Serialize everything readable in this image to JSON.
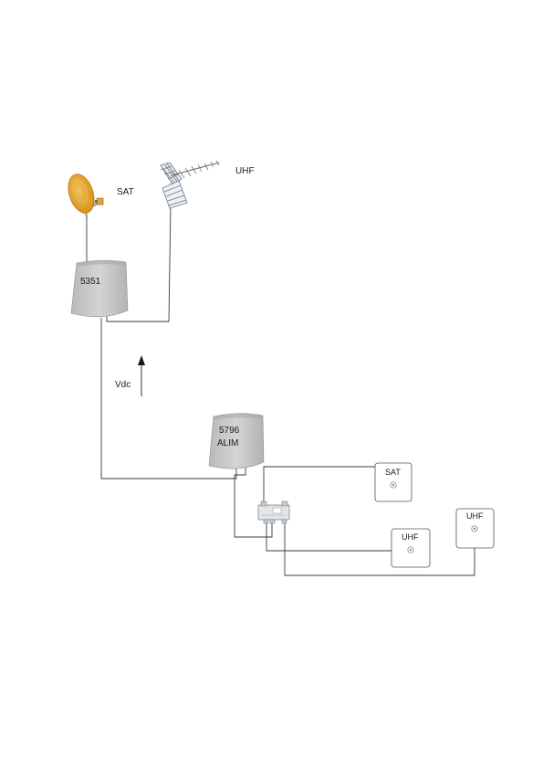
{
  "labels": {
    "sat_antenna": "SAT",
    "uhf_antenna": "UHF",
    "lnb_amp_model": "5351",
    "voltage": "Vdc",
    "psu_model": "5796",
    "psu_sub": "ALIM",
    "outlet_sat": "SAT",
    "outlet_uhf_1": "UHF",
    "outlet_uhf_2": "UHF"
  },
  "colors": {
    "dish": "#e3a02a",
    "box_fill": "#c9c9c9",
    "wire": "#3a3a3a",
    "outlet_border": "#555555"
  },
  "icons": {
    "dish": "satellite-dish-icon",
    "yagi": "uhf-antenna-icon",
    "splitter": "splitter-icon",
    "socket": "coax-socket-icon"
  }
}
